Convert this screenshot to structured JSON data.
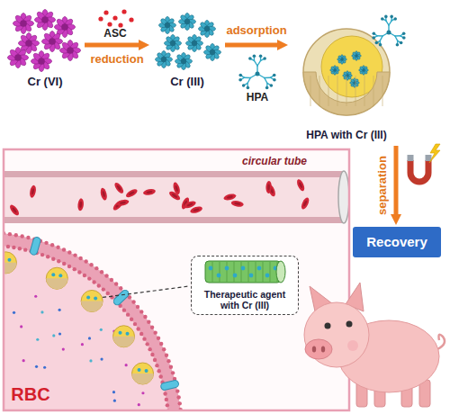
{
  "diagram": {
    "nodes": [
      {
        "text": [
          "Cr (VI)"
        ]
      },
      {
        "text": [
          "Cr (III)"
        ]
      },
      {
        "text": [
          "HPA with Cr (III)"
        ]
      },
      {
        "text": [
          "Recovery"
        ]
      },
      {
        "text": [
          "Therapeutic agent with Cr (III)"
        ]
      }
    ],
    "edges": [
      {
        "from": 0,
        "to": 1,
        "arrow": "to",
        "label": "reduction"
      },
      {
        "from": 1,
        "to": 2,
        "arrow": "to",
        "label": "adsorption"
      },
      {
        "from": 2,
        "to": 3,
        "arrow": "to",
        "label": "separation"
      }
    ],
    "labels": [
      "ASC",
      "HPA",
      "circular tube",
      "RBC"
    ]
  }
}
